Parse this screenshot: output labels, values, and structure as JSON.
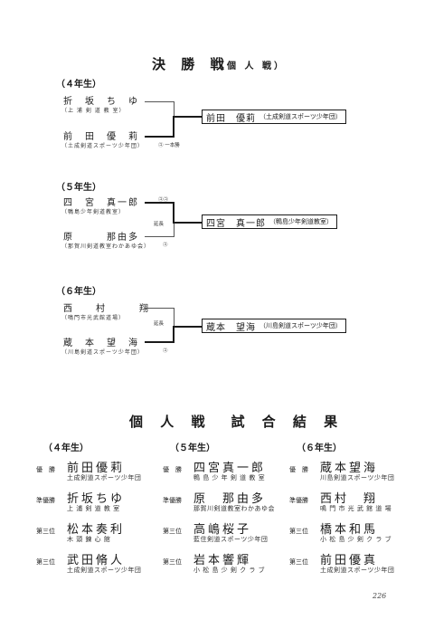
{
  "bracket_title": "決 勝 戦",
  "bracket_subtitle": "（個 人 戦）",
  "brackets": [
    {
      "grade": "（４年生）",
      "top": {
        "name": "折　坂　ち　ゆ",
        "club": "（上 浦 剣 道 教 室）"
      },
      "bottom": {
        "name": "前　田　優　莉",
        "club": "（土成剣道スポーツ少年団）"
      },
      "note_top": "",
      "note_mid": "",
      "note_bottom": "㋙ 一本勝",
      "winner_name": "前田　優莉",
      "winner_club": "（土成剣道スポーツ少年団）"
    },
    {
      "grade": "（５年生）",
      "top": {
        "name": "四　宮　真一郎",
        "club": "（鴨島少年剣道教室）"
      },
      "bottom": {
        "name": "原　　　那由多",
        "club": "（那賀川剣道教室わかあゆ会）"
      },
      "note_top": "㋙㋙",
      "note_mid": "延長",
      "note_bottom": "㋙",
      "winner_name": "四宮　真一郎",
      "winner_club": "（鴨島少年剣道教室）"
    },
    {
      "grade": "（６年生）",
      "top": {
        "name": "西　　村　　　翔",
        "club": "（鳴門市光武館道場）"
      },
      "bottom": {
        "name": "蔵　本　望　海",
        "club": "（川島剣道スポーツ少年団）"
      },
      "note_top": "",
      "note_mid": "延長",
      "note_bottom": "㋙",
      "winner_name": "蔵本　望海",
      "winner_club": "（川島剣道スポーツ少年団）"
    }
  ],
  "results_title": "個 人 戦　試 合 結 果",
  "results": [
    {
      "grade": "（４年生）",
      "rows": [
        {
          "rank": "優　勝",
          "name": "前田優莉",
          "club": "土成剣道スポーツ少年団"
        },
        {
          "rank": "準優勝",
          "name": "折坂ちゆ",
          "club": "上 浦 剣 道 教 室"
        },
        {
          "rank": "第三位",
          "name": "松本奏利",
          "club": "木 頭 錬 心 館"
        },
        {
          "rank": "第三位",
          "name": "武田脩人",
          "club": "土成剣道スポーツ少年団"
        }
      ]
    },
    {
      "grade": "（５年生）",
      "rows": [
        {
          "rank": "優　勝",
          "name": "四宮真一郎",
          "club": "鴨 島 少 年 剣 道 教 室"
        },
        {
          "rank": "準優勝",
          "name": "原　那由多",
          "club": "那賀川剣道教室わかあゆ会"
        },
        {
          "rank": "第三位",
          "name": "高嶋桜子",
          "club": "藍住剣道スポーツ少年団"
        },
        {
          "rank": "第三位",
          "name": "岩本響輝",
          "club": "小 松 島 少 剣 ク ラ ブ"
        }
      ]
    },
    {
      "grade": "（６年生）",
      "rows": [
        {
          "rank": "優　勝",
          "name": "蔵本望海",
          "club": "川島剣道スポーツ少年団"
        },
        {
          "rank": "準優勝",
          "name": "西村　翔",
          "club": "鳴 門 市 光 武 館 道 場"
        },
        {
          "rank": "第三位",
          "name": "橋本和馬",
          "club": "小 松 島 少 剣 ク ラ ブ"
        },
        {
          "rank": "第三位",
          "name": "前田優真",
          "club": "土成剣道スポーツ少年団"
        }
      ]
    }
  ],
  "page_number": "226"
}
